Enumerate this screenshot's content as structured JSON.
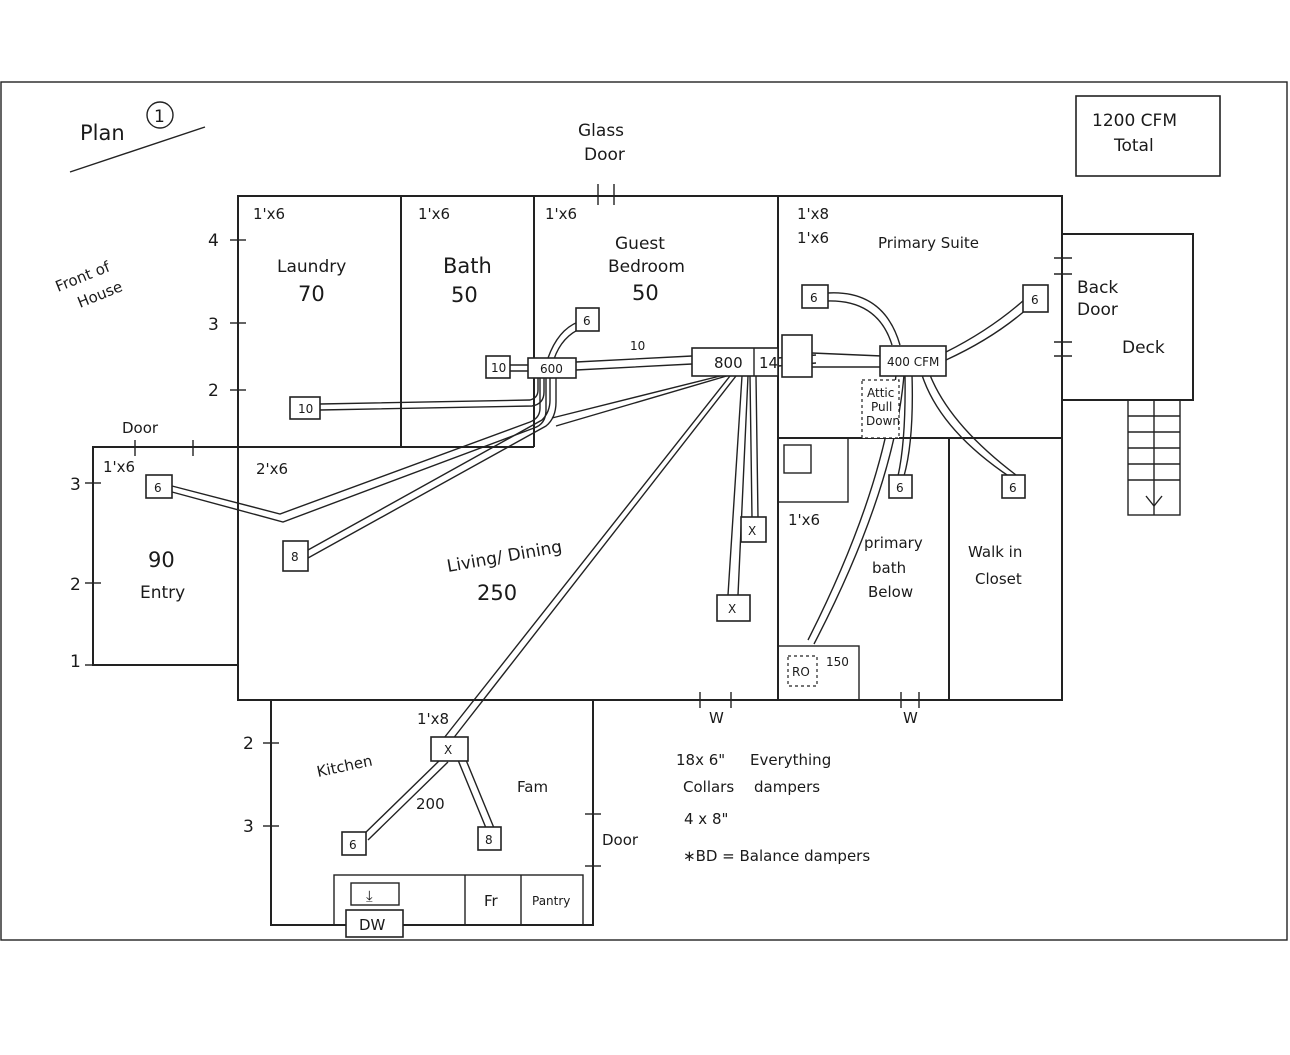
{
  "title": "Plan",
  "plan_number": "1",
  "total_box": {
    "line1": "1200 CFM",
    "line2": "Total"
  },
  "front_of_house": {
    "line1": "Front of",
    "line2": "House"
  },
  "glass_door": {
    "line1": "Glass",
    "line2": "Door"
  },
  "back_door": {
    "line1": "Back",
    "line2": "Door"
  },
  "deck": "Deck",
  "doors": {
    "entry": "Door",
    "fam": "Door"
  },
  "rooms": {
    "laundry": {
      "name": "Laundry",
      "cfm": "70",
      "size": "1'x6"
    },
    "bath": {
      "name": "Bath",
      "cfm": "50",
      "size": "1'x6"
    },
    "guest": {
      "name1": "Guest",
      "name2": "Bedroom",
      "cfm": "50",
      "size": "1'x6"
    },
    "primary": {
      "name": "Primary Suite",
      "size1": "1'x8",
      "size2": "1'x6"
    },
    "entry": {
      "name": "Entry",
      "cfm": "90",
      "size": "1'x6"
    },
    "living": {
      "name": "Living/ Dining",
      "cfm": "250",
      "size": "2'x6"
    },
    "primary_bath": {
      "line1": "primary",
      "line2": "bath",
      "line3": "Below",
      "size": "1'x6"
    },
    "closet": {
      "line1": "Walk in",
      "line2": "Closet"
    },
    "kitchen": {
      "name": "Kitchen",
      "size": "1'x8",
      "cfm": "200"
    },
    "fam": "Fam",
    "fridge": "Fr",
    "pantry": "Pantry",
    "dishwasher": "DW"
  },
  "left_ticks": {
    "upper": [
      "4",
      "3",
      "2"
    ],
    "entry": [
      "3",
      "2",
      "1"
    ],
    "kitchen": [
      "2",
      "3"
    ]
  },
  "plenums": {
    "p600": "600",
    "p800": "800",
    "p800_side": "14",
    "p400": "400 CFM"
  },
  "duct_labels": {
    "d10": "10"
  },
  "registers": {
    "r_laundry": "10",
    "r_bath": "10",
    "r_guest": "6",
    "r_entry": "6",
    "r_living": "8",
    "r_x1": "X",
    "r_x2": "X",
    "r_kx": "X",
    "r_k6": "6",
    "r_k8": "8",
    "r_p1": "6",
    "r_p2": "6",
    "r_bath1": "6",
    "r_closet": "6",
    "ro": "RO",
    "ro_cfm": "150"
  },
  "attic": {
    "line1": "Attic",
    "line2": "Pull",
    "line3": "Down"
  },
  "windows": {
    "w1": "W",
    "w2": "W"
  },
  "notes": {
    "n1a": "18x 6\"",
    "n1b": "Everything",
    "n2a": "Collars",
    "n2b": "dampers",
    "n3": "4 x 8\"",
    "n4": "∗BD = Balance dampers"
  }
}
